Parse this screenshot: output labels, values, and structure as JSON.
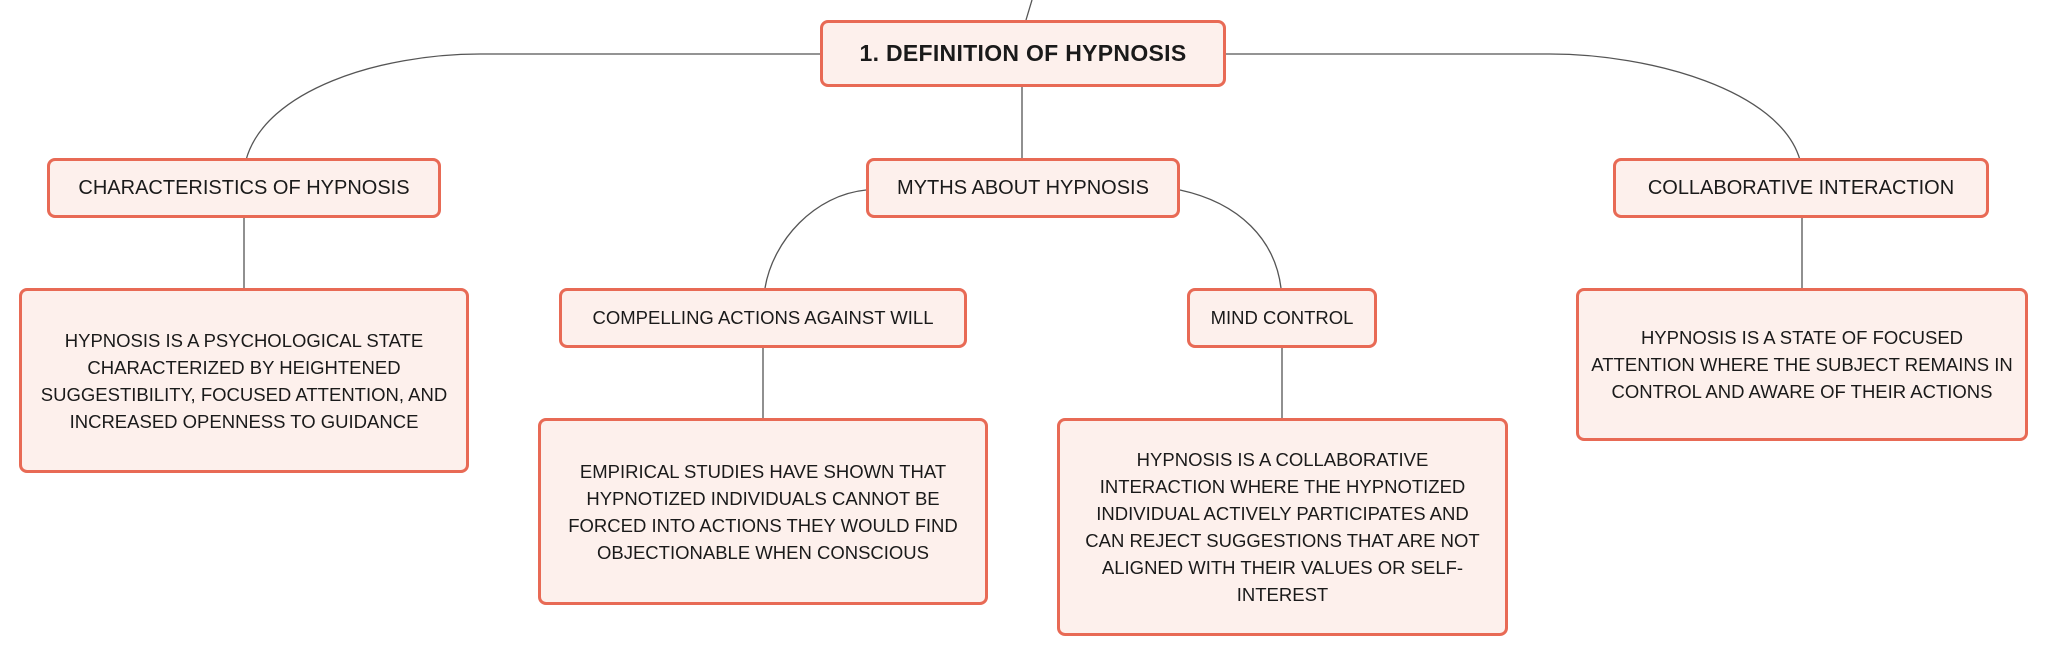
{
  "diagram": {
    "root": {
      "label": "1. DEFINITION OF HYPNOSIS"
    },
    "characteristics": {
      "label": "CHARACTERISTICS OF HYPNOSIS",
      "detail": "HYPNOSIS IS A PSYCHOLOGICAL STATE CHARACTERIZED BY HEIGHTENED SUGGESTIBILITY, FOCUSED ATTENTION, AND INCREASED OPENNESS TO GUIDANCE"
    },
    "myths": {
      "label": "MYTHS ABOUT HYPNOSIS",
      "compelling": {
        "label": "COMPELLING ACTIONS AGAINST WILL",
        "detail": "EMPIRICAL STUDIES HAVE SHOWN THAT HYPNOTIZED INDIVIDUALS CANNOT BE FORCED INTO ACTIONS THEY WOULD FIND OBJECTIONABLE WHEN CONSCIOUS"
      },
      "mind_control": {
        "label": "MIND CONTROL",
        "detail": "HYPNOSIS IS A COLLABORATIVE INTERACTION WHERE THE HYPNOTIZED INDIVIDUAL ACTIVELY PARTICIPATES AND CAN REJECT SUGGESTIONS THAT ARE NOT ALIGNED WITH THEIR VALUES OR SELF-INTEREST"
      }
    },
    "collaborative": {
      "label": "COLLABORATIVE INTERACTION",
      "detail": "HYPNOSIS IS A STATE OF FOCUSED ATTENTION WHERE THE SUBJECT REMAINS IN CONTROL AND AWARE OF THEIR ACTIONS"
    }
  },
  "colors": {
    "node_border": "#e86a55",
    "node_fill": "#fdf0ec",
    "connector": "#555555",
    "text": "#1a1a1a"
  }
}
